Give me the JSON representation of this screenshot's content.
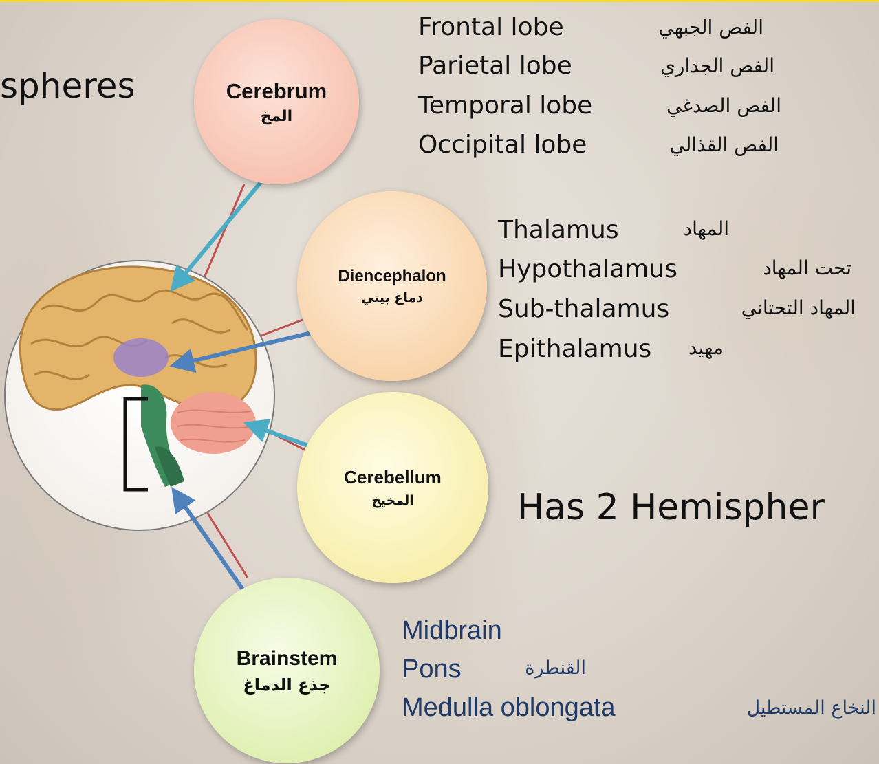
{
  "left_fragment": "spheres",
  "cerebrum": {
    "en": "Cerebrum",
    "ar": "المخ"
  },
  "diencephalon": {
    "en": "Diencephalon",
    "ar": "دماغ بيني"
  },
  "cerebellum": {
    "en": "Cerebellum",
    "ar": "المخيخ"
  },
  "brainstem": {
    "en": "Brainstem",
    "ar": "جذع الدماغ"
  },
  "lobes": [
    {
      "en": "Frontal lobe",
      "ar": "الفص الجبهي"
    },
    {
      "en": "Parietal lobe",
      "ar": "الفص الجداري"
    },
    {
      "en": "Temporal lobe",
      "ar": "الفص الصدغي"
    },
    {
      "en": "Occipital lobe",
      "ar": "الفص القذالي"
    }
  ],
  "dienc_parts": [
    {
      "en": "Thalamus",
      "ar": "المهاد"
    },
    {
      "en": "Hypothalamus",
      "ar": "تحت المهاد"
    },
    {
      "en": "Sub-thalamus",
      "ar": "المهاد التحتاني"
    },
    {
      "en": "Epithalamus",
      "ar": "مهيد"
    }
  ],
  "hemispheres_text": "Has 2  Hemispher",
  "brainstem_parts": [
    {
      "en": "Midbrain",
      "ar": ""
    },
    {
      "en": "Pons",
      "ar": "القنطرة"
    },
    {
      "en": "Medulla oblongata",
      "ar": "النخاع المستطيل"
    }
  ],
  "colors": {
    "arrow_light": "#4bacc6",
    "arrow_dark": "#4f81bd",
    "connector": "#c0504d",
    "bubble_cerebrum": "#f4b9a7",
    "bubble_dienc": "#f8d2a6",
    "bubble_cerebellum": "#f7f0a6",
    "bubble_brainstem": "#e2f1b6"
  }
}
